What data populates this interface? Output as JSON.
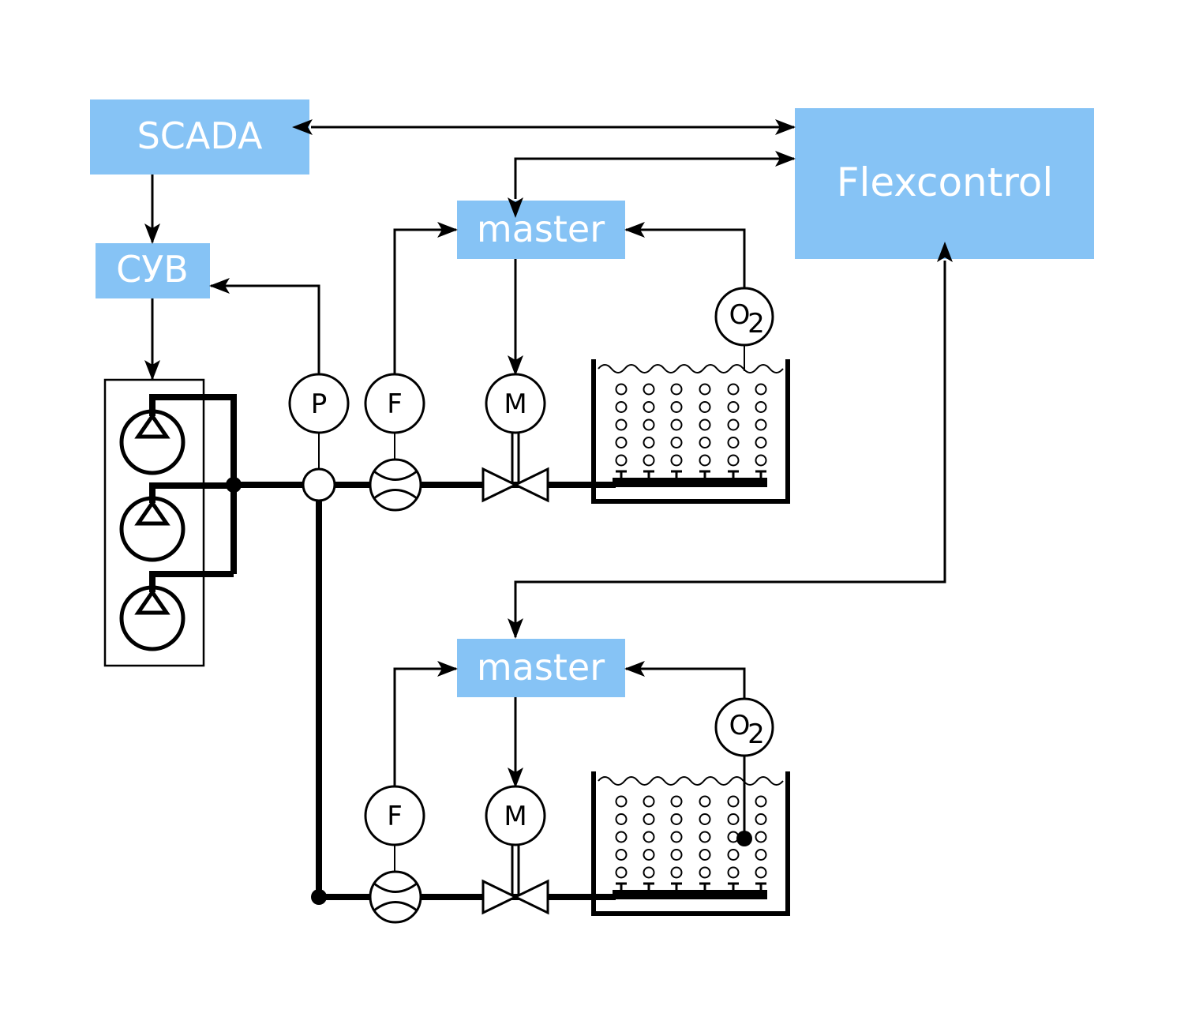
{
  "diagram": {
    "title": "",
    "blocks": {
      "scada": "SCADA",
      "cyb": "СУВ",
      "flexcontrol": "Flexcontrol",
      "master_top": "master",
      "master_bottom": "master"
    },
    "instruments": {
      "pressure": "P",
      "flow_top": "F",
      "motor_top": "M",
      "oxygen_top": "O",
      "oxygen_top_sub": "2",
      "flow_bottom": "F",
      "motor_bottom": "M",
      "oxygen_bottom": "O",
      "oxygen_bottom_sub": "2"
    },
    "colors": {
      "block_fill": "#86c3f5",
      "block_text": "#ffffff",
      "line": "#000000"
    },
    "components": {
      "pump_count": 3,
      "tank_count": 2,
      "bubble_rows": 5,
      "bubble_columns": 6,
      "diffuser_count": 6
    }
  }
}
